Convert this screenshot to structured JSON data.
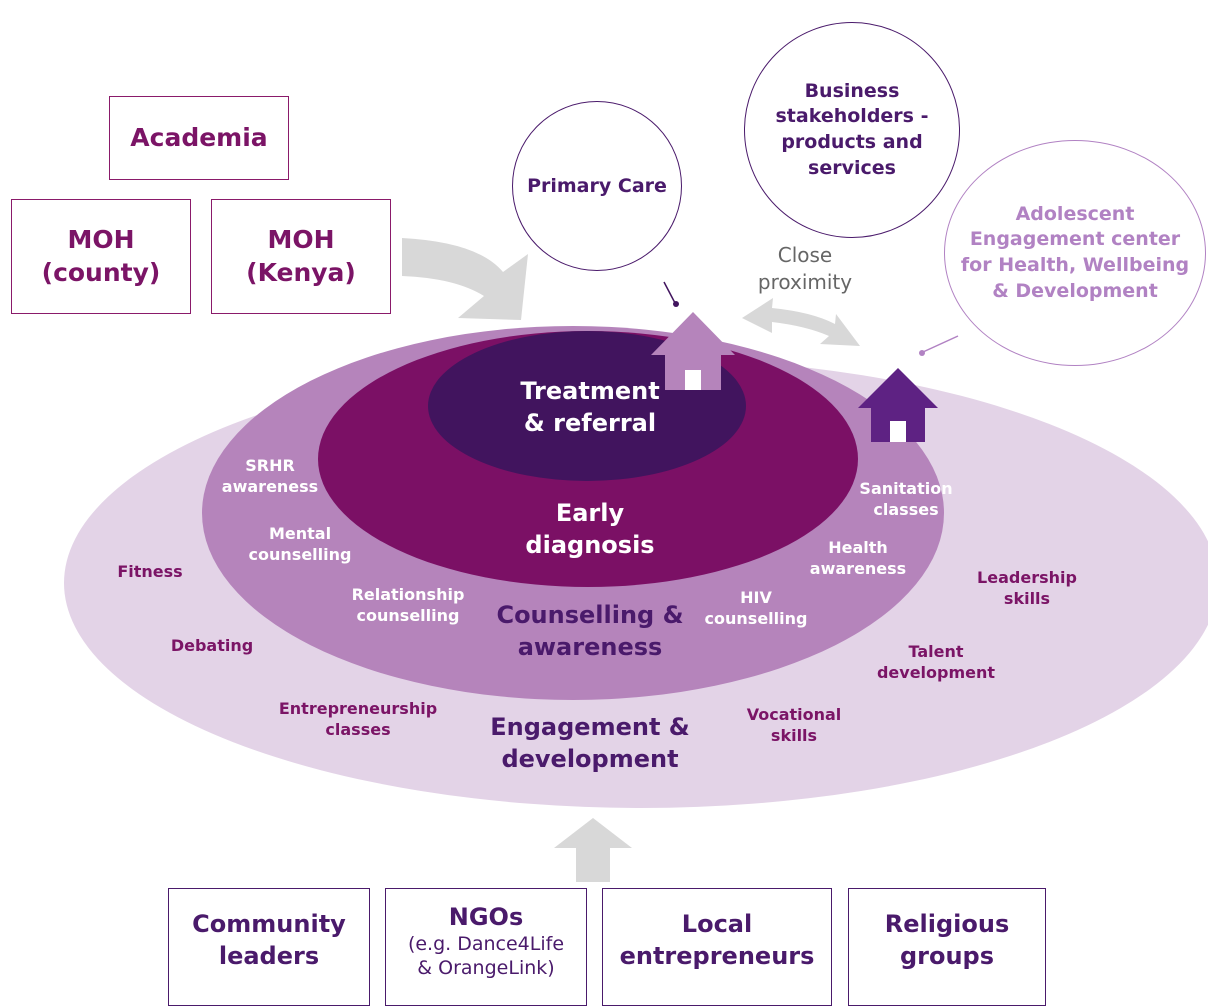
{
  "top_boxes": {
    "academia": "Academia",
    "moh_county": [
      "MOH",
      "(county)"
    ],
    "moh_kenya": [
      "MOH",
      "(Kenya)"
    ]
  },
  "circles": {
    "primary_care": "Primary Care",
    "business": [
      "Business",
      "stakeholders -",
      "products and",
      "services"
    ],
    "adolescent": [
      "Adolescent",
      "Engagement center",
      "for Health, Wellbeing",
      "& Development"
    ]
  },
  "close_proximity": [
    "Close",
    "proximity"
  ],
  "layers": {
    "core": [
      "Treatment",
      "& referral"
    ],
    "diagnosis": [
      "Early",
      "diagnosis"
    ],
    "counselling": [
      "Counselling &",
      "awareness"
    ],
    "engagement": [
      "Engagement &",
      "development"
    ]
  },
  "counselling_items": {
    "srhr": [
      "SRHR",
      "awareness"
    ],
    "mental": [
      "Mental",
      "counselling"
    ],
    "relationship": [
      "Relationship",
      "counselling"
    ],
    "hiv": [
      "HIV",
      "counselling"
    ],
    "health": [
      "Health",
      "awareness"
    ],
    "sanitation": [
      "Sanitation",
      "classes"
    ]
  },
  "engagement_items": {
    "fitness": [
      "Fitness"
    ],
    "debating": [
      "Debating"
    ],
    "entrepreneurship": [
      "Entrepreneurship",
      "classes"
    ],
    "vocational": [
      "Vocational",
      "skills"
    ],
    "talent": [
      "Talent",
      "development"
    ],
    "leadership": [
      "Leadership",
      "skills"
    ]
  },
  "bottom_boxes": {
    "community": [
      "Community",
      "leaders"
    ],
    "ngos": {
      "title": "NGOs",
      "detail": [
        "(e.g. Dance4Life",
        "& OrangeLink)"
      ]
    },
    "entrepreneurs": [
      "Local",
      "entrepreneurs"
    ],
    "religious": [
      "Religious",
      "groups"
    ]
  },
  "colors": {
    "outer_ellipse": "#e3d3e7",
    "counselling_ring": "#b584bb",
    "diagnosis_ring": "#7b1065",
    "core": "#41145e",
    "arrow_gray": "#d8d8d8",
    "plum": "#7b1466",
    "dark_purple": "#4a1a6b",
    "light_purple": "#b182c3"
  }
}
